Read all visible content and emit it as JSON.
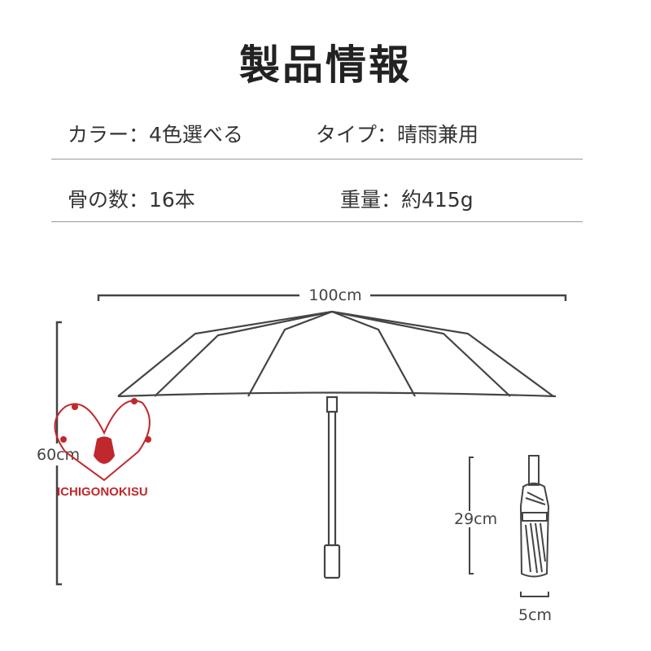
{
  "title": "製品情報",
  "specs": {
    "color": "カラー：4色選べる",
    "type": "タイプ：晴雨兼用",
    "ribs": "骨の数：16本",
    "weight": "重量：約415g"
  },
  "dimensions": {
    "open_width": "100cm",
    "open_height": "60cm",
    "folded_length": "29cm",
    "folded_width": "5cm"
  },
  "watermark": {
    "text": "ICHIGONOKISU",
    "color": "#c0282d"
  },
  "colors": {
    "line": "#444444",
    "rule": "#999999"
  }
}
